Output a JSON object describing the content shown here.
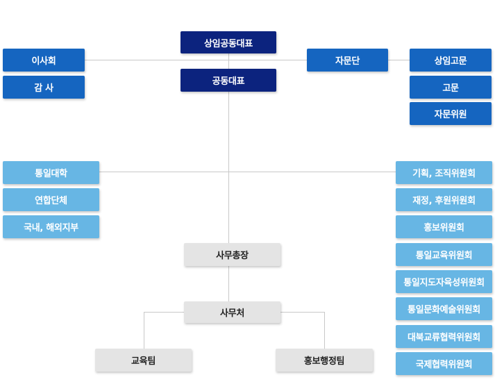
{
  "colors": {
    "navy": "#0c237e",
    "blue": "#1565c0",
    "light_blue": "#67b6e4",
    "gray": "#e4e4e4",
    "line": "#c8c8c8"
  },
  "nodes": {
    "co_representative_standing": "상임공동대표",
    "co_representative": "공동대표",
    "board": "이사회",
    "audit": "감 사",
    "advisory_group": "자문단",
    "standing_advisor": "상임고문",
    "advisor": "고문",
    "advisory_member": "자문위원",
    "unification_college": "통일대학",
    "affiliated_groups": "연합단체",
    "branches": "국내, 해외지부",
    "secretary_general": "사무총장",
    "secretariat": "사무처",
    "education_team": "교육팀",
    "pr_admin_team": "홍보행정팀",
    "committees": [
      "기획, 조직위원회",
      "재정, 후원위원회",
      "홍보위원회",
      "통일교육위원회",
      "통일지도자육성위원회",
      "통일문화예술위원회",
      "대북교류협력위원회",
      "국제협력위원회"
    ]
  }
}
